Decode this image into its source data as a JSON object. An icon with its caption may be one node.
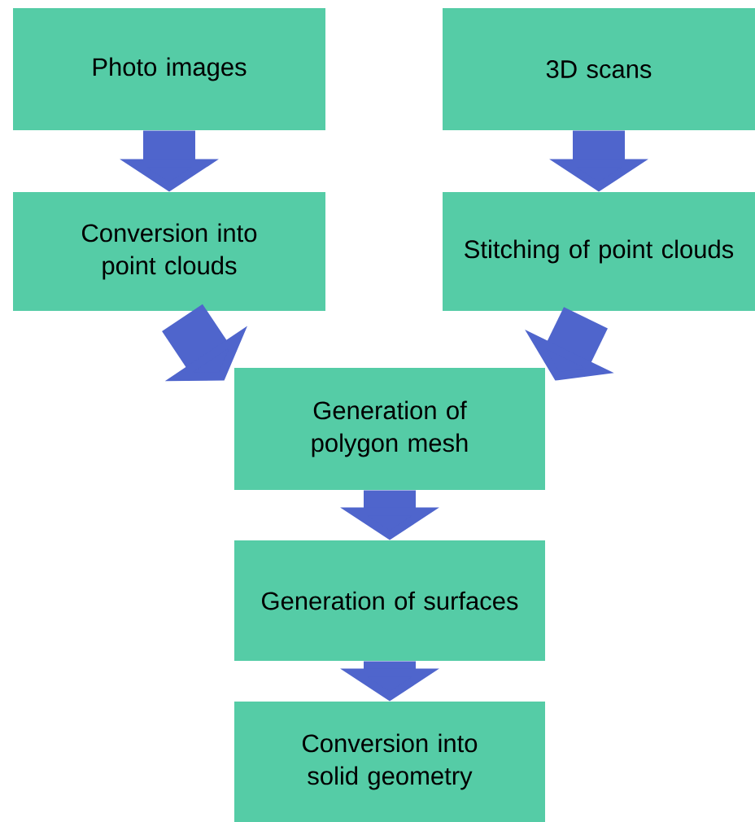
{
  "diagram": {
    "nodes": [
      {
        "text": [
          "Photo images"
        ]
      },
      {
        "text": [
          "3D scans"
        ]
      },
      {
        "text": [
          "Conversion into point clouds"
        ]
      },
      {
        "text": [
          "Stitching of point clouds"
        ]
      },
      {
        "text": [
          "Generation of polygon mesh"
        ]
      },
      {
        "text": [
          "Generation of surfaces"
        ]
      },
      {
        "text": [
          "Conversion into solid geometry"
        ]
      }
    ],
    "edges": [
      {
        "from": 0,
        "to": 2,
        "arrow": "to"
      },
      {
        "from": 1,
        "to": 3,
        "arrow": "to"
      },
      {
        "from": 2,
        "to": 4,
        "arrow": "to"
      },
      {
        "from": 3,
        "to": 4,
        "arrow": "to"
      },
      {
        "from": 4,
        "to": 5,
        "arrow": "to"
      },
      {
        "from": 5,
        "to": 6,
        "arrow": "to"
      }
    ]
  }
}
